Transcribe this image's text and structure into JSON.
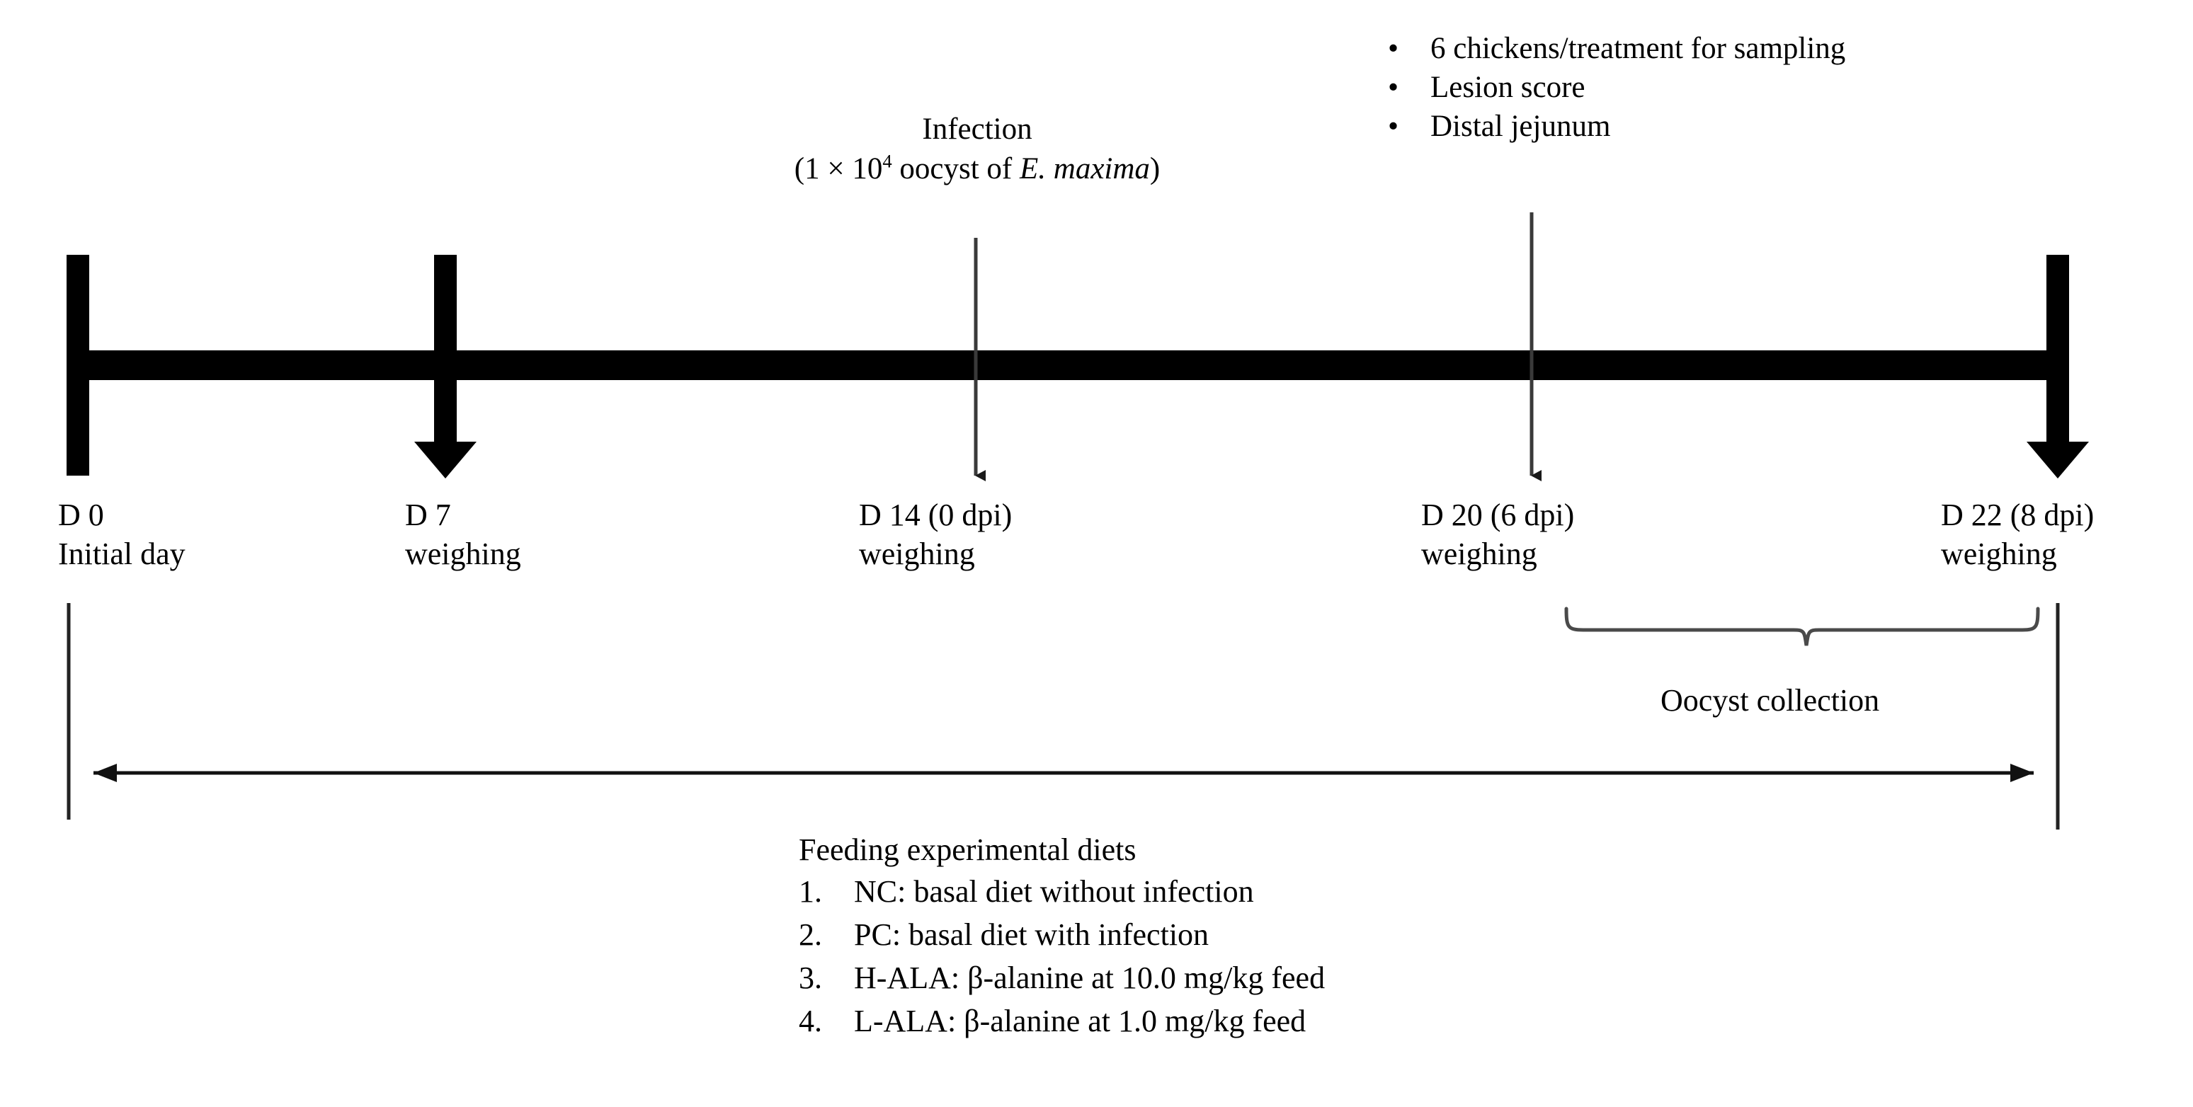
{
  "diagram": {
    "type": "experimental-timeline",
    "infection_callout": {
      "line1": "Infection",
      "line2_prefix": "(1 × 10",
      "line2_exponent": "4",
      "line2_mid": " oocyst of ",
      "line2_species": "E. maxima",
      "line2_suffix": ")"
    },
    "sampling_callout": {
      "bullet_glyph": "•",
      "items": [
        "6 chickens/treatment for sampling",
        "Lesion score",
        "Distal jejunum"
      ]
    },
    "timepoints": [
      {
        "day": "D 0",
        "event": "Initial day"
      },
      {
        "day": "D 7",
        "event": "weighing"
      },
      {
        "day": "D 14 (0 dpi)",
        "event": "weighing"
      },
      {
        "day": "D 20 (6 dpi)",
        "event": "weighing"
      },
      {
        "day": "D 22 (8 dpi)",
        "event": "weighing"
      }
    ],
    "oocyst_collection_label": "Oocyst collection",
    "feeding": {
      "heading": "Feeding experimental diets",
      "treatments": [
        {
          "num": "1.",
          "label": "NC: basal diet without infection"
        },
        {
          "num": "2.",
          "label": "PC: basal diet with infection"
        },
        {
          "num": "3.",
          "label": "H-ALA: β-alanine at 10.0 mg/kg feed"
        },
        {
          "num": "4.",
          "label": "L-ALA: β-alanine at 1.0 mg/kg feed"
        }
      ]
    },
    "colors": {
      "ink": "#000000",
      "background": "#ffffff",
      "thin_line": "#3a3a3a",
      "brace": "#4a4a4a"
    }
  }
}
